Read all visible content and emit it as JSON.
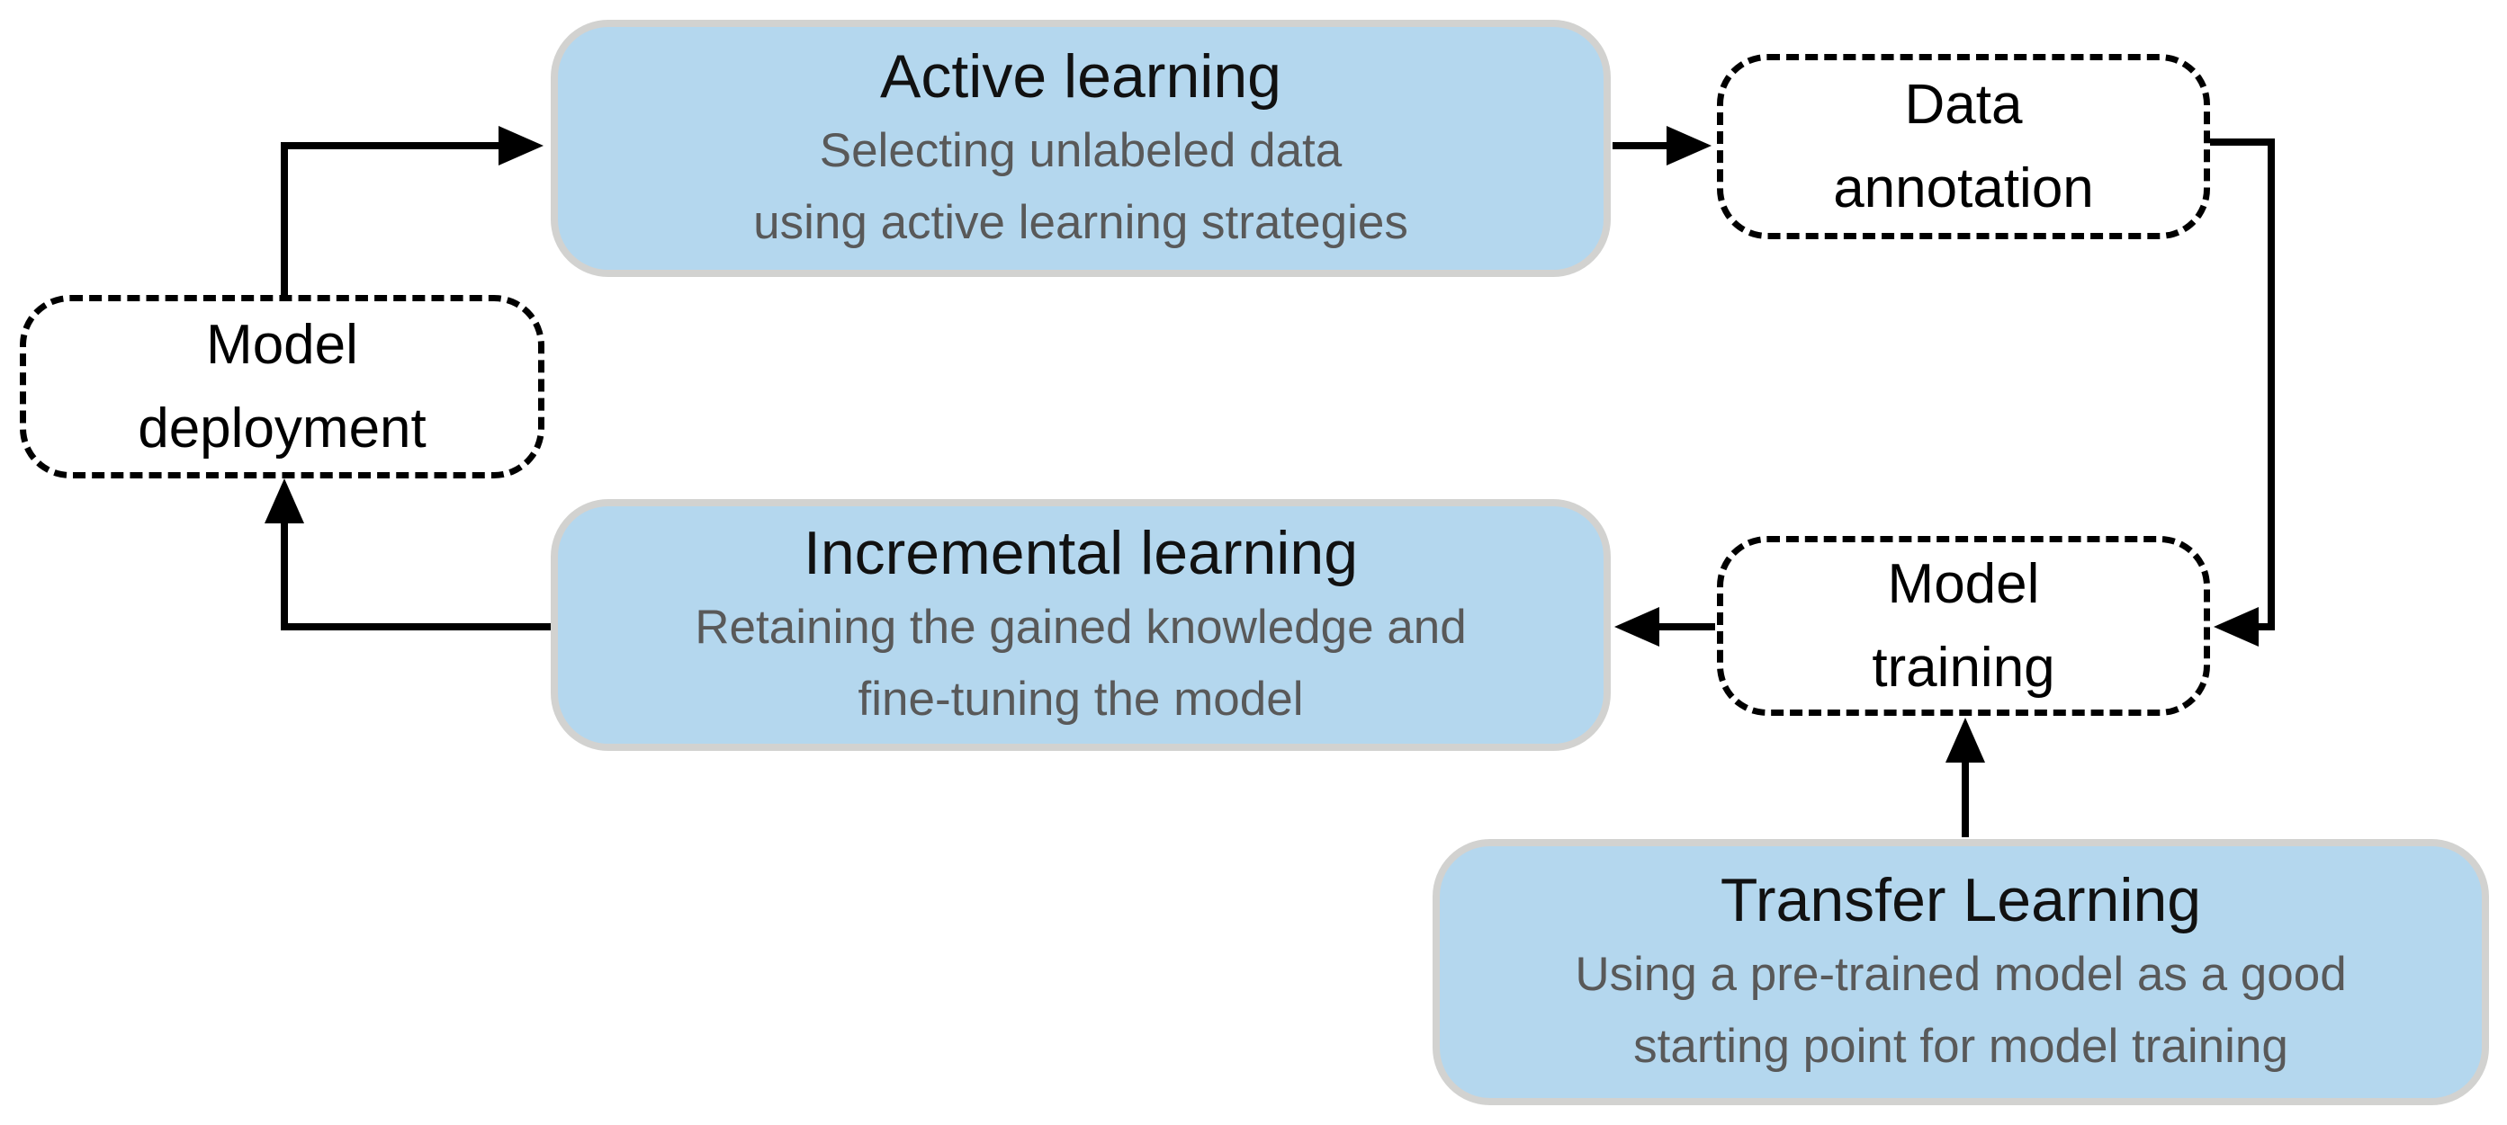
{
  "diagram": {
    "nodes": {
      "active_learning": {
        "title": "Active learning",
        "subtitle": "Selecting unlabeled data\nusing active learning strategies"
      },
      "data_annotation": {
        "label": "Data\nannotation"
      },
      "model_deployment": {
        "label": "Model\ndeployment"
      },
      "incremental_learning": {
        "title": "Incremental learning",
        "subtitle": "Retaining the gained knowledge and\nfine-tuning the model"
      },
      "model_training": {
        "label": "Model\ntraining"
      },
      "transfer_learning": {
        "title": "Transfer Learning",
        "subtitle": "Using a pre-trained model as a good\nstarting point for model training"
      }
    },
    "connectors": [
      {
        "from": "Model deployment",
        "to": "Active learning"
      },
      {
        "from": "Active learning",
        "to": "Data annotation"
      },
      {
        "from": "Data annotation",
        "to": "Model training"
      },
      {
        "from": "Model training",
        "to": "Incremental learning"
      },
      {
        "from": "Incremental learning",
        "to": "Model deployment"
      },
      {
        "from": "Transfer Learning",
        "to": "Model training"
      }
    ],
    "colors": {
      "box_fill": "#b4d7ee",
      "box_border": "#d2d2d0",
      "dashed_border": "#000000",
      "title_text": "#111111",
      "subtitle_text": "#595959",
      "connector": "#000000",
      "background": "#ffffff"
    }
  }
}
